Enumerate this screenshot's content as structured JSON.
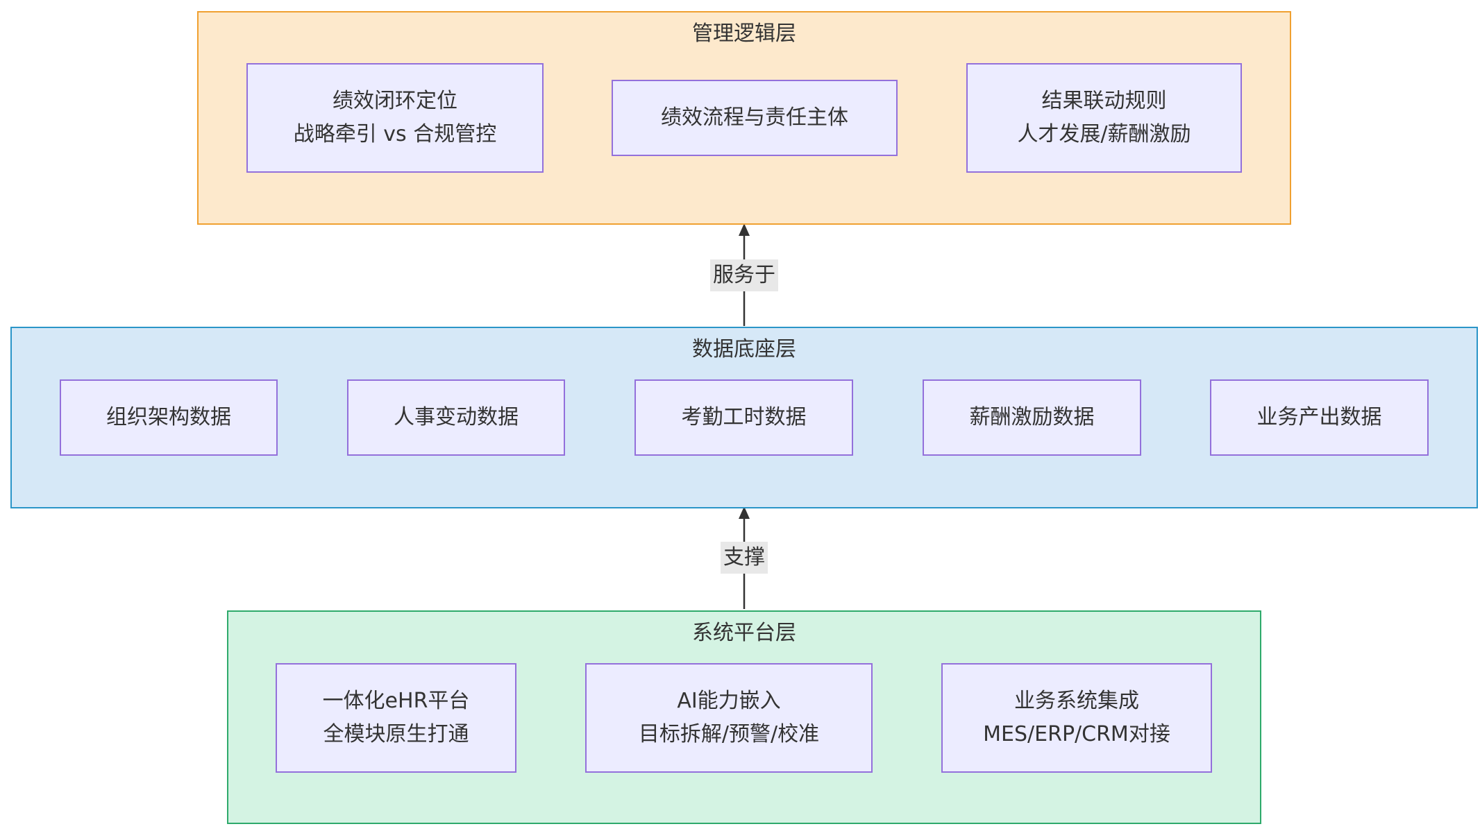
{
  "colors": {
    "node_fill": "#ececff",
    "node_border": "#9370db",
    "arrow": "#333333",
    "edge_label_bg": "#e8e8e8"
  },
  "layers": {
    "management": {
      "title": "管理逻辑层",
      "fill": "#fde9cc",
      "border": "#f0a030",
      "nodes": [
        {
          "line1": "绩效闭环定位",
          "line2": "战略牵引 vs 合规管控"
        },
        {
          "line1": "绩效流程与责任主体",
          "line2": ""
        },
        {
          "line1": "结果联动规则",
          "line2": "人才发展/薪酬激励"
        }
      ]
    },
    "data": {
      "title": "数据底座层",
      "fill": "#d6e8f7",
      "border": "#2a95c8",
      "nodes": [
        "组织架构数据",
        "人事变动数据",
        "考勤工时数据",
        "薪酬激励数据",
        "业务产出数据"
      ]
    },
    "system": {
      "title": "系统平台层",
      "fill": "#d4f3e3",
      "border": "#2eaa6b",
      "nodes": [
        {
          "line1": "一体化eHR平台",
          "line2": "全模块原生打通"
        },
        {
          "line1": "AI能力嵌入",
          "line2": "目标拆解/预警/校准"
        },
        {
          "line1": "业务系统集成",
          "line2": "MES/ERP/CRM对接"
        }
      ]
    }
  },
  "edges": [
    {
      "label": "服务于",
      "from": "数据底座层",
      "to": "管理逻辑层"
    },
    {
      "label": "支撑",
      "from": "系统平台层",
      "to": "数据底座层"
    }
  ]
}
